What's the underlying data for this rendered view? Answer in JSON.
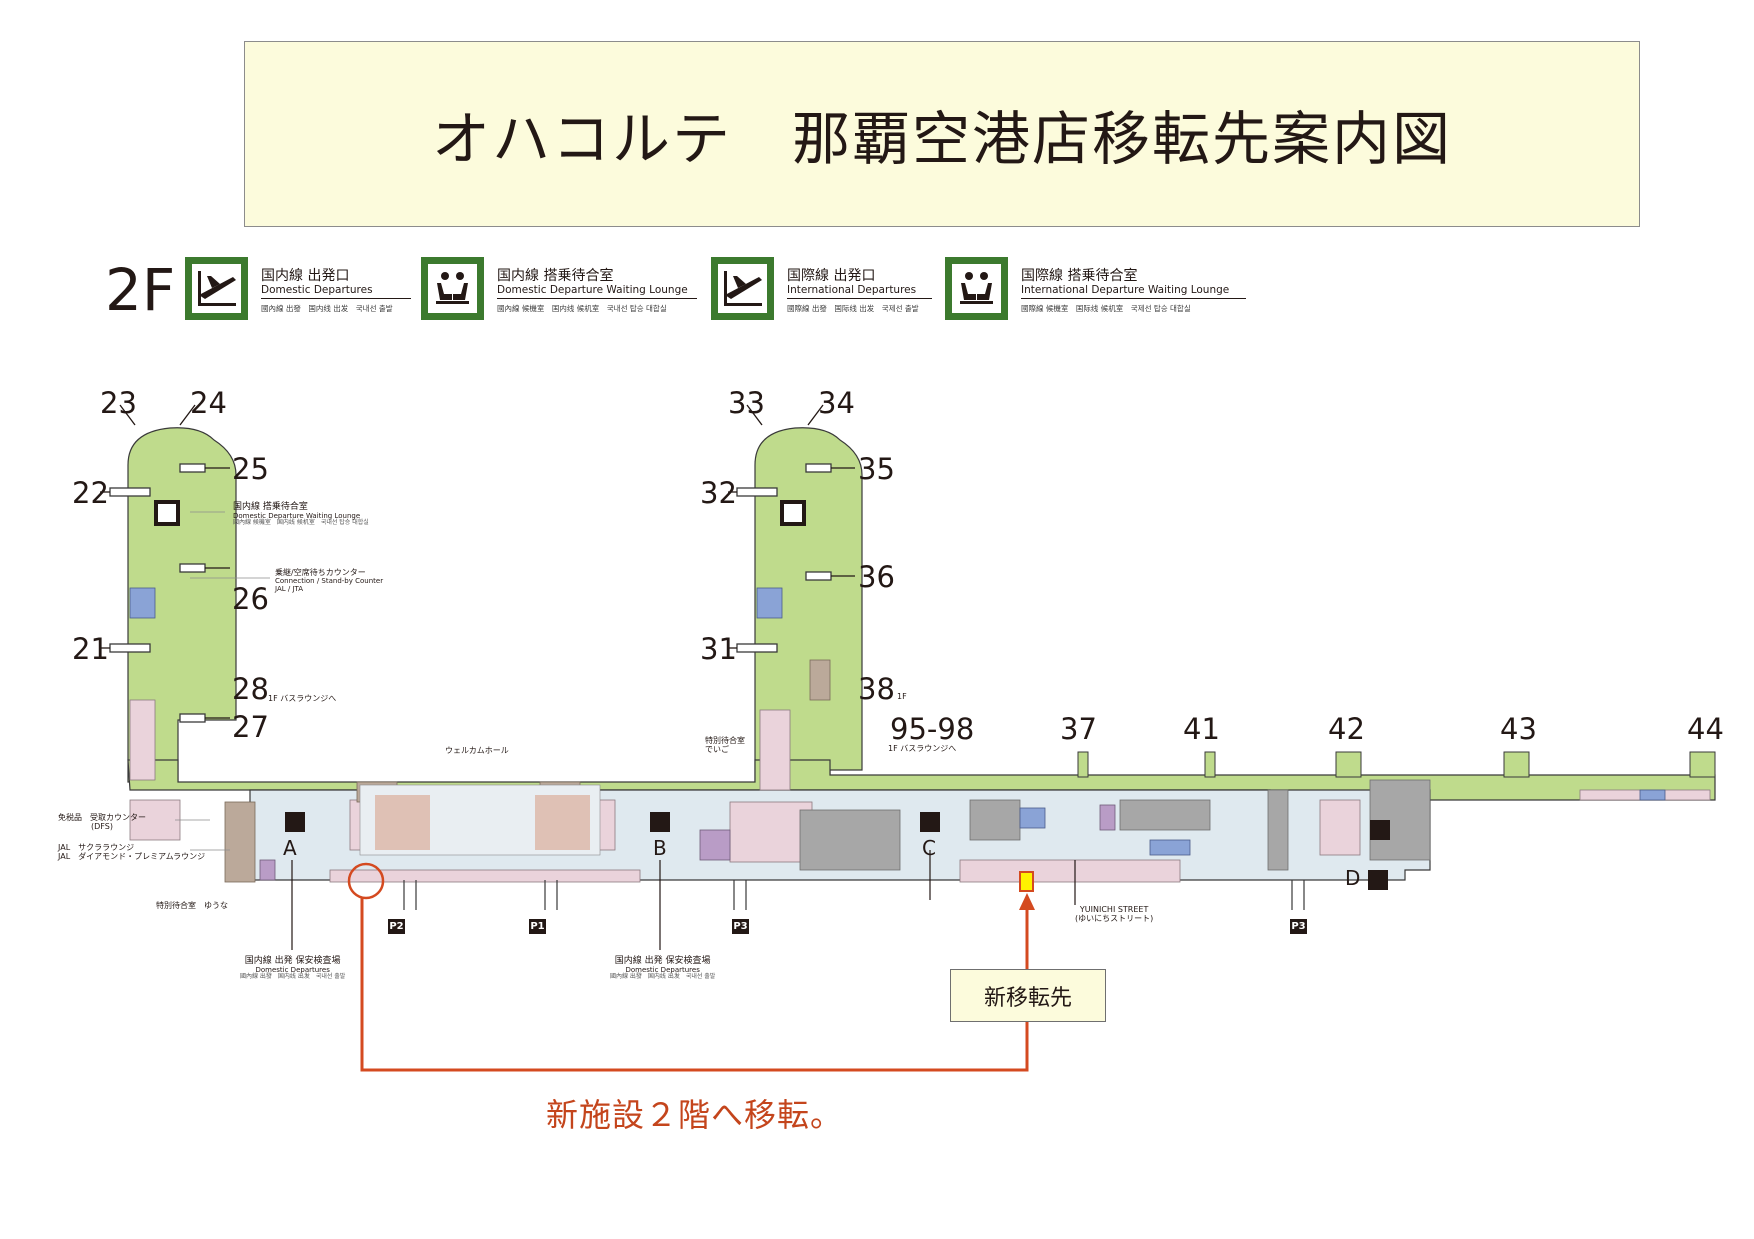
{
  "title": "オハコルテ　那覇空港店移転先案内図",
  "floor_label": "2F",
  "legend": [
    {
      "icon": "airplane-departure-icon",
      "ja": "国内線 出発口",
      "en": "Domestic Departures",
      "sub": "國內線 出發　国内线 出发　국내선 출발"
    },
    {
      "icon": "waiting-lounge-icon",
      "ja": "国内線 搭乗待合室",
      "en": "Domestic Departure Waiting Lounge",
      "sub": "國內線 候機室　国内线 候机室　국내선 탑승 대합실"
    },
    {
      "icon": "airplane-departure-icon",
      "ja": "国際線 出発口",
      "en": "International Departures",
      "sub": "國際線 出發　国际线 出发　국제선 출발"
    },
    {
      "icon": "waiting-lounge-icon",
      "ja": "国際線 搭乗待合室",
      "en": "International Departure Waiting Lounge",
      "sub": "國際線 候機室　国际线 候机室　국제선 탑승 대합실"
    }
  ],
  "gates": {
    "g23": "23",
    "g24": "24",
    "g25": "25",
    "g22": "22",
    "g26": "26",
    "g21": "21",
    "g28": "28",
    "g27": "27",
    "g33": "33",
    "g34": "34",
    "g35": "35",
    "g32": "32",
    "g36": "36",
    "g31": "31",
    "g38": "38",
    "g95": "95-98",
    "g37": "37",
    "g41": "41",
    "g42": "42",
    "g43": "43",
    "g44": "44"
  },
  "labels": {
    "domestic_lounge_ja": "国内線 搭乗待合室",
    "domestic_lounge_en": "Domestic Departure Waiting Lounge",
    "domestic_lounge_sub": "國內線 候機室　国内线 候机室　국내선 탑승 대합실",
    "connection_ja": "乗継/空席待ちカウンター",
    "connection_en": "Connection / Stand-by Counter",
    "connection_co": "JAL / JTA",
    "bus_lounge_28": "1F バスラウンジへ",
    "gate38_suffix": "1F",
    "bus_lounge_95": "1F バスラウンジへ",
    "welcome_hall": "ウェルカムホール",
    "special_lounge_degio": "特別待合室\nでいご",
    "dfs": "免税品　受取カウンター\n(DFS)",
    "jal_lounge": "JAL　サクララウンジ\nJAL　ダイアモンド・プレミアムラウンジ",
    "special_lounge_yuuna": "特別待合室　ゆうな",
    "security_a_ja": "国内線 出発 保安検査場",
    "security_a_en": "Domestic Departures",
    "security_a_sub": "國內線 出發　国内线 出发　국내선 출발",
    "security_b_ja": "国内線 出発 保安検査場",
    "security_b_en": "Domestic Departures",
    "security_b_sub": "國內線 出發　国内线 出发　국내선 출발",
    "yuinichi": "YUINICHI STREET\n(ゆいにちストリート)",
    "letter_a": "A",
    "letter_b": "B",
    "letter_c": "C",
    "letter_d": "D",
    "p2": "P2",
    "p1": "P1",
    "p3a": "P3",
    "p3b": "P3"
  },
  "callout": "新移転先",
  "move_note": "新施設２階へ移転。",
  "colors": {
    "title_bg": "#fcfbdc",
    "legend_green": "#3c7a2e",
    "airside": "#bfdb8c",
    "landside": "#dfe9ef",
    "shop_pink": "#ead3db",
    "arrow_red": "#d44a20",
    "new_location": "#fff200"
  }
}
